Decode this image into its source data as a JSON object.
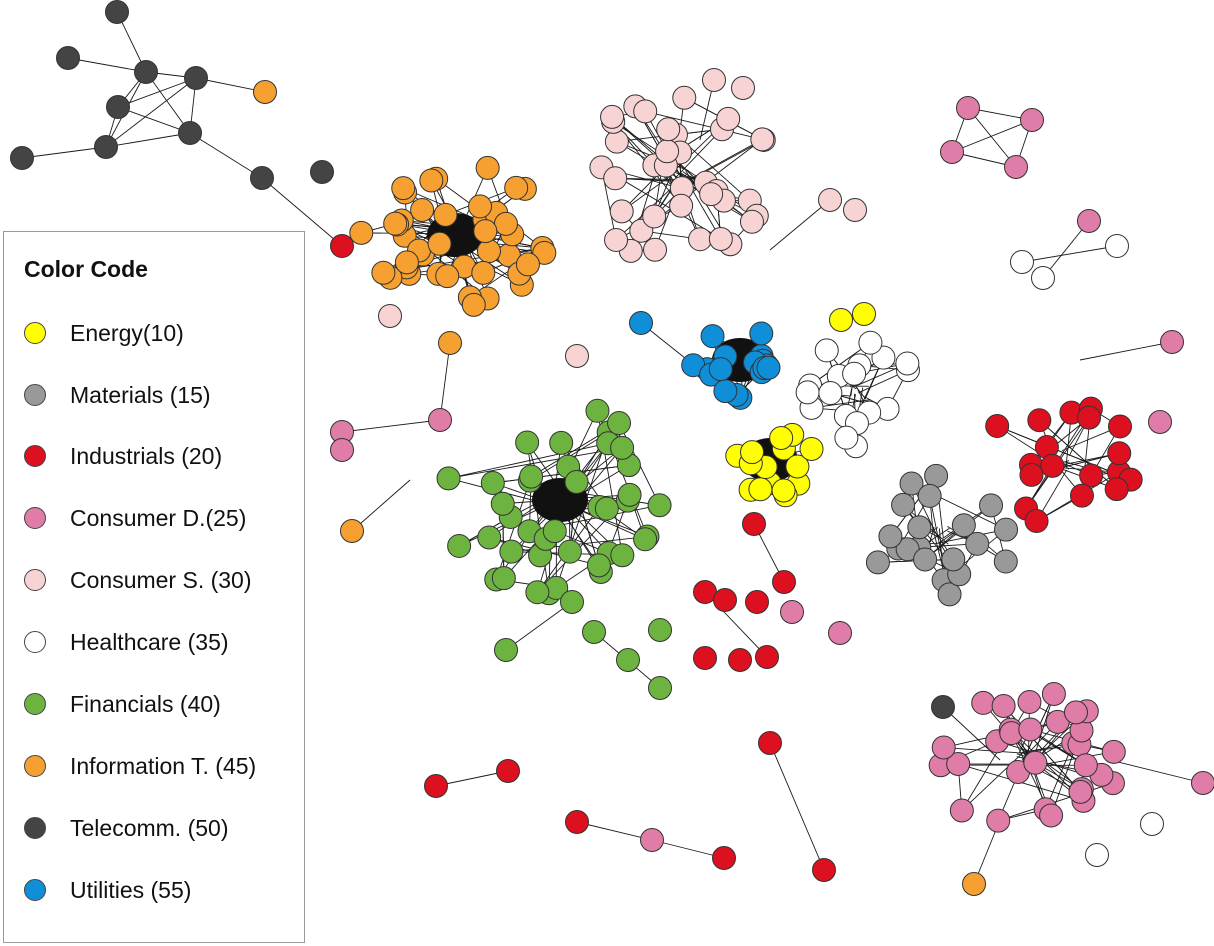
{
  "legend": {
    "title": "Color Code",
    "items": [
      {
        "key": "energy",
        "label": "Energy(10)",
        "color": "#ffff00"
      },
      {
        "key": "materials",
        "label": "Materials (15)",
        "color": "#999999"
      },
      {
        "key": "industrials",
        "label": "Industrials (20)",
        "color": "#dd1020"
      },
      {
        "key": "consumer_d",
        "label": "Consumer D.(25)",
        "color": "#df7ca8"
      },
      {
        "key": "consumer_s",
        "label": "Consumer S. (30)",
        "color": "#f7d3d3"
      },
      {
        "key": "healthcare",
        "label": "Healthcare (35)",
        "color": "#ffffff"
      },
      {
        "key": "financials",
        "label": "Financials (40)",
        "color": "#6db33f"
      },
      {
        "key": "info_t",
        "label": "Information T. (45)",
        "color": "#f5a030"
      },
      {
        "key": "telecomm",
        "label": "Telecomm. (50)",
        "color": "#444444"
      },
      {
        "key": "utilities",
        "label": "Utilities (55)",
        "color": "#0f8fd8"
      }
    ]
  }
}
